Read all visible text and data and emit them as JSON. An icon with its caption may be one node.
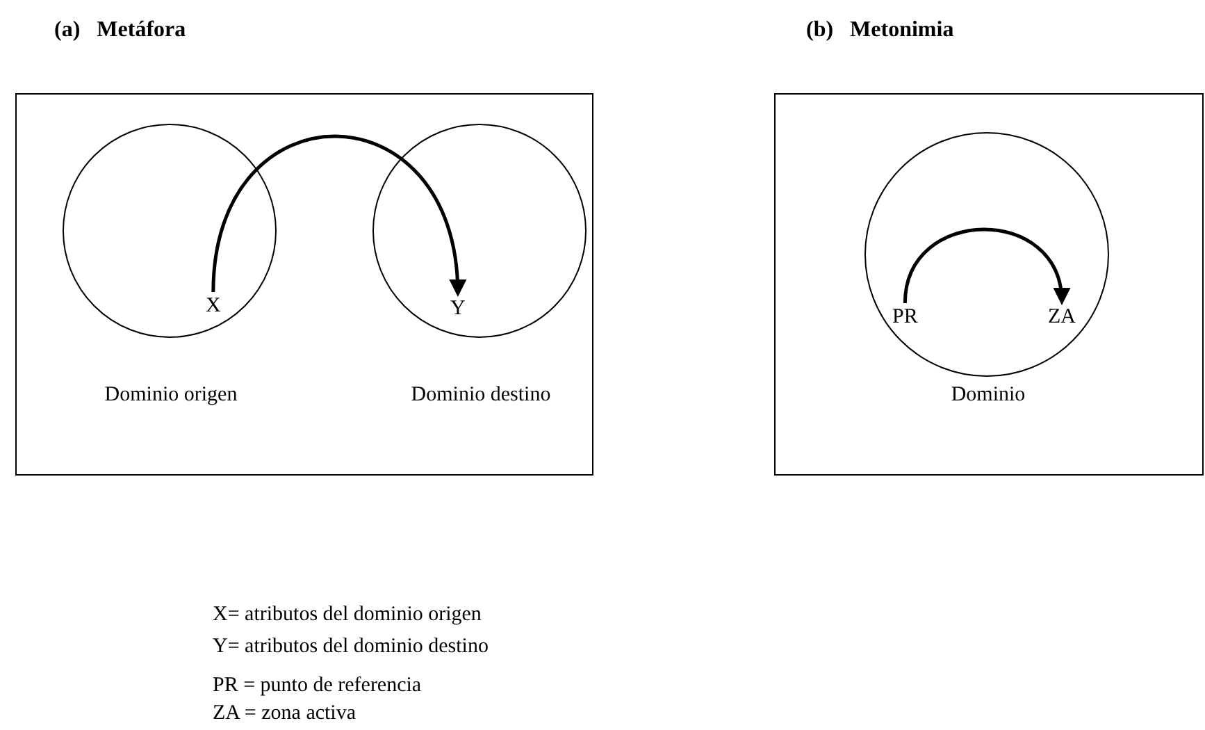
{
  "diagram": {
    "nodes": [
      {
        "text": [
          "(a) Metáfora"
        ]
      },
      {
        "text": [],
        "shape": "circle",
        "in": 0,
        "beside": [
          "Dominio origen"
        ]
      },
      {
        "text": [
          "X"
        ],
        "in": 1
      },
      {
        "text": [],
        "shape": "circle",
        "in": 0,
        "beside": [
          "Dominio destino"
        ]
      },
      {
        "text": [
          "Y"
        ],
        "in": 3
      },
      {
        "text": [
          "(b) Metonimia"
        ]
      },
      {
        "text": [],
        "shape": "circle",
        "in": 5,
        "beside": [
          "Dominio"
        ]
      },
      {
        "text": [
          "PR"
        ],
        "in": 6
      },
      {
        "text": [
          "ZA"
        ],
        "in": 6
      }
    ],
    "edges": [
      {
        "from": 2,
        "to": 4,
        "arrow": "to"
      },
      {
        "from": 7,
        "to": 8,
        "arrow": "to"
      }
    ],
    "labels": [
      "X= atributos del dominio origen",
      "Y= atributos del dominio destino",
      "PR = punto de referencia",
      "ZA = zona activa"
    ]
  }
}
